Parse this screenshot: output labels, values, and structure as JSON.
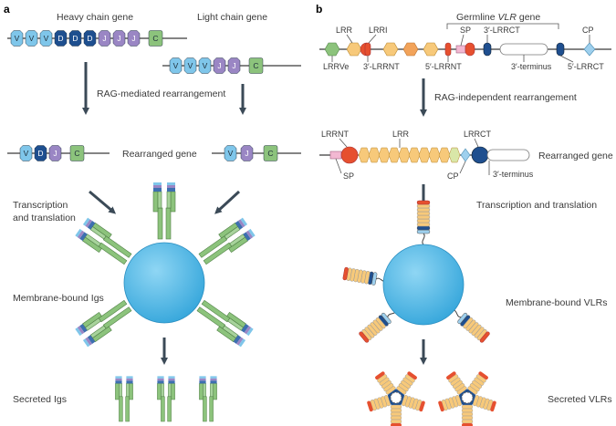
{
  "panel_a": {
    "letter": "a",
    "heavy_chain_label": "Heavy chain gene",
    "light_chain_label": "Light chain gene",
    "heavy_segments": [
      "V",
      "V",
      "V",
      "D",
      "D",
      "D",
      "J",
      "J",
      "J",
      "C"
    ],
    "light_segments": [
      "V",
      "V",
      "V",
      "J",
      "J",
      "C"
    ],
    "rearrangement_label": "RAG-mediated rearrangement",
    "rearranged_heavy": [
      "V",
      "D",
      "J",
      "C"
    ],
    "rearranged_light": [
      "V",
      "J",
      "C"
    ],
    "rearranged_label": "Rearranged gene",
    "transcription_label_line1": "Transcription",
    "transcription_label_line2": "and translation",
    "membrane_label": "Membrane-bound Igs",
    "secreted_label": "Secreted Igs"
  },
  "panel_b": {
    "letter": "b",
    "germline_label_prefix": "Germline ",
    "germline_label_italic": "VLR",
    "germline_label_suffix": " gene",
    "germline_top_labels": [
      "LRR",
      "LRRI",
      "SP",
      "3′-LRRCT",
      "CP"
    ],
    "germline_bottom_labels": [
      "LRRVe",
      "3′-LRRNT",
      "5′-LRRNT",
      "3′-terminus",
      "5′-LRRCT"
    ],
    "rearrangement_label": "RAG-independent rearrangement",
    "rearranged_top_labels": [
      "LRRNT",
      "LRR",
      "LRRCT"
    ],
    "rearranged_bottom_labels": [
      "SP",
      "CP",
      "3′-terminus"
    ],
    "rearranged_label": "Rearranged gene",
    "transcription_label": "Transcription and translation",
    "membrane_label": "Membrane-bound VLRs",
    "secreted_label": "Secreted VLRs"
  },
  "colors": {
    "v_segment": "#7fc6ea",
    "d_segment": "#1e4f8f",
    "j_segment": "#9a86c4",
    "c_segment": "#8cc37c",
    "cell": "#4fb7e6",
    "lrr": "#f7c97a",
    "lrrnt": "#e6502f",
    "lrrct": "#1f4f8f",
    "arrow": "#3b4a57"
  }
}
